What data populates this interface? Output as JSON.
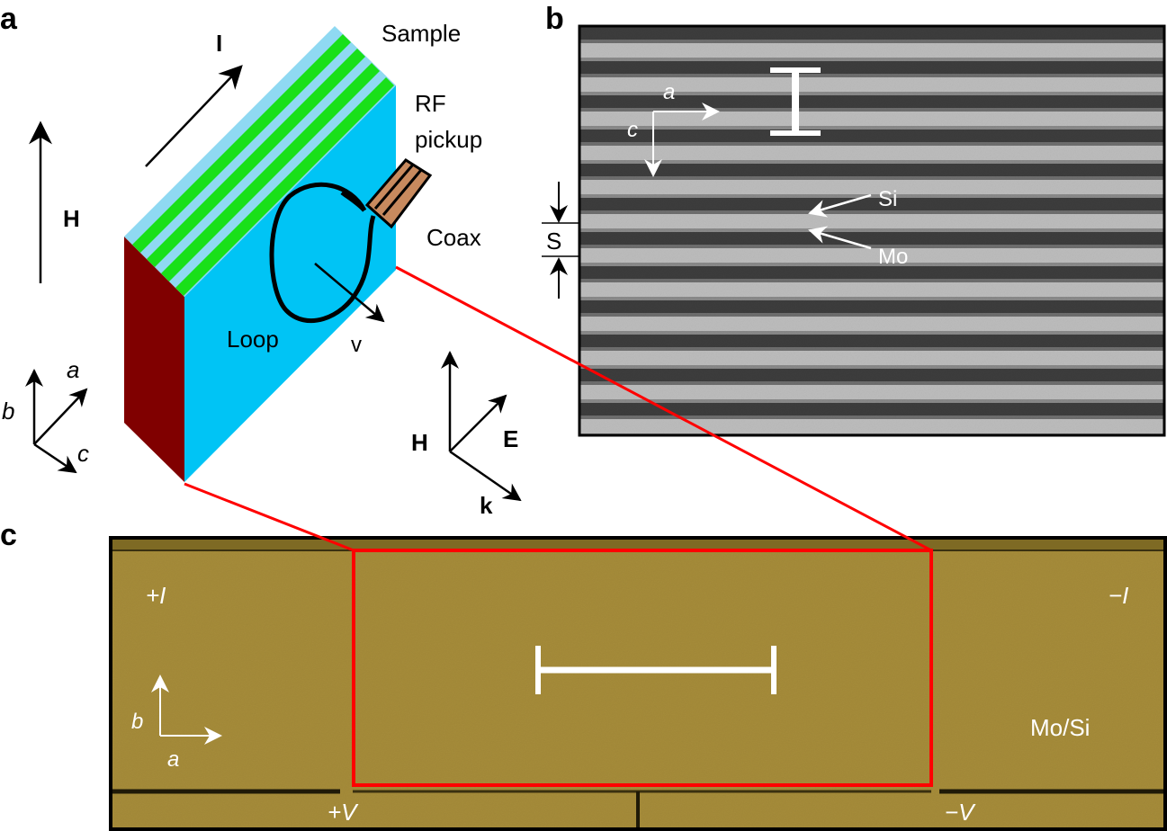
{
  "panels": {
    "a": {
      "letter": "a"
    },
    "b": {
      "letter": "b"
    },
    "c": {
      "letter": "c"
    }
  },
  "panel_a": {
    "sample_label": "Sample",
    "rf_label_line1": "RF",
    "rf_label_line2": "pickup",
    "coax_label": "Coax",
    "loop_label": "Loop",
    "current_label": "I",
    "field_label": "H",
    "velocity_label": "v",
    "axes": {
      "a": "a",
      "b": "b",
      "c": "c"
    },
    "wave_axes": {
      "H": "H",
      "E": "E",
      "k": "k"
    },
    "colors": {
      "film_face": "#00c4f5",
      "side_face": "#800000",
      "stripe_green": "#19e019",
      "stripe_light": "#8fd9f2",
      "coax_body": "#c88a5e",
      "zoom_line": "#ff0000"
    }
  },
  "panel_b": {
    "axes": {
      "a": "a",
      "c": "c"
    },
    "period_label": "S",
    "si_label": "Si",
    "mo_label": "Mo"
  },
  "panel_c": {
    "plus_i": "+I",
    "minus_i": "−I",
    "plus_v": "+V",
    "minus_v": "−V",
    "material_label": "Mo/Si",
    "axes": {
      "a": "a",
      "b": "b"
    },
    "colors": {
      "film": "#a68c3a",
      "frame": "#ff0000"
    }
  }
}
